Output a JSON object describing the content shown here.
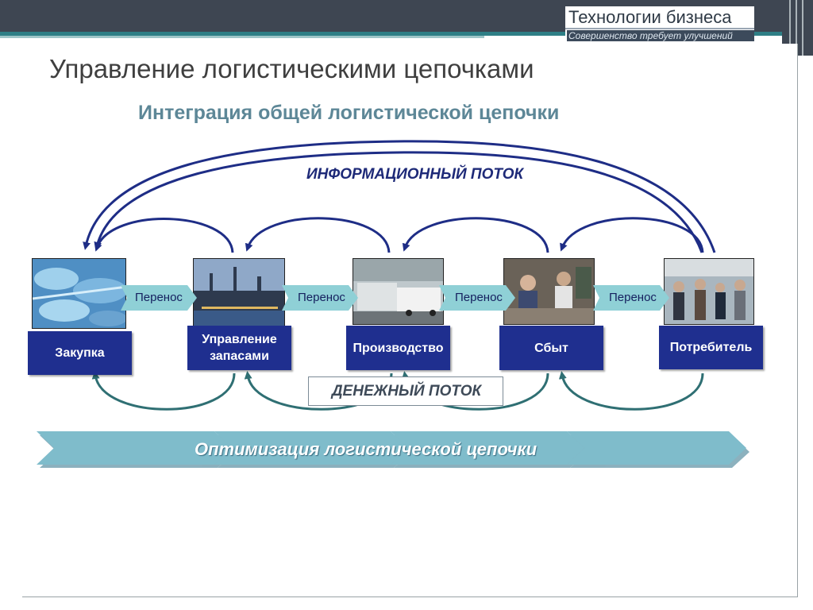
{
  "header": {
    "logo_title": "Технологии бизнеса",
    "logo_subtitle": "Совершенство требует улучшений"
  },
  "page_title": "Управление логистическими цепочками",
  "subtitle": "Интеграция общей логистической цепочки",
  "diagram": {
    "info_flow_label": "ИНФОРМАЦИОННЫЙ ПОТОК",
    "money_flow_label": "ДЕНЕЖНЫЙ ПОТОК",
    "transfer_label": "Перенос",
    "stages": [
      {
        "label": "Закупка",
        "icon": "frozen-raw-materials-photo"
      },
      {
        "label": "Управление запасами",
        "icon": "industrial-plant-photo"
      },
      {
        "label": "Производство",
        "icon": "warehouse-trucks-photo"
      },
      {
        "label": "Сбыт",
        "icon": "market-sales-photo"
      },
      {
        "label": "Потребитель",
        "icon": "consumers-crowd-photo"
      }
    ],
    "optimization_label": "Оптимизация логистической цепочки"
  },
  "colors": {
    "stage_fill": "#1f2f8f",
    "info_arrow": "#1e2d86",
    "money_arrow": "#2f6f73",
    "transfer_arrow": "#8fd0d6",
    "optimization_band": "#7fbccb"
  }
}
